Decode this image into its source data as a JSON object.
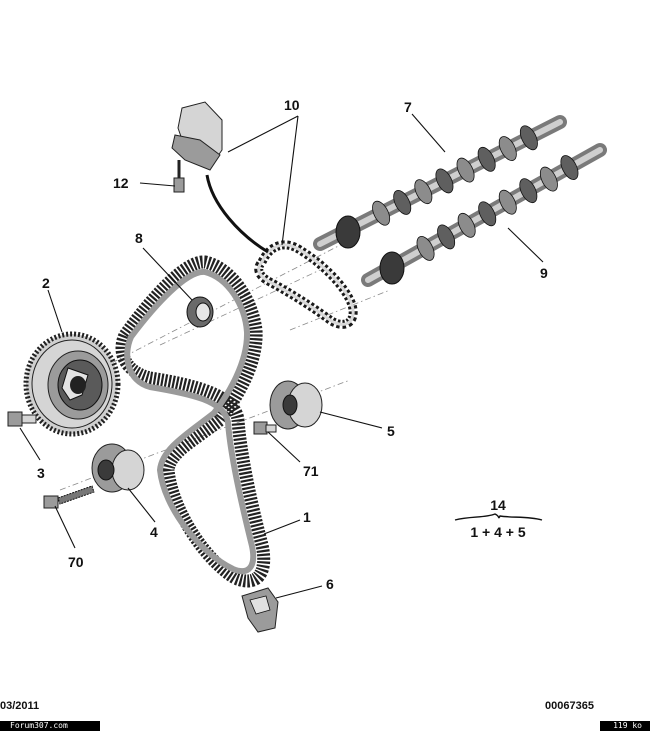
{
  "callouts": {
    "belt": "1",
    "crank_pulley": "2",
    "pulley_bolt": "3",
    "tensioner_roller": "4",
    "idler_roller": "5",
    "belt_lower_guide": "6",
    "intake_camshaft": "7",
    "seal_ring": "8",
    "exhaust_camshaft": "9",
    "chain_tensioner_set": "10",
    "tensioner_screw": "12",
    "roller_bolt_70": "70",
    "idler_screw_71": "71"
  },
  "kit": {
    "number": "14",
    "composition": "1 + 4 + 5"
  },
  "footer": {
    "date": "03/2011",
    "reference": "00067365"
  },
  "watermark": {
    "site": "Forum307.com",
    "size": "119 ko"
  },
  "colors": {
    "ink": "#111111",
    "metal_dark": "#3a3a3a",
    "metal_mid": "#9b9b9b",
    "metal_light": "#d5d5d5"
  }
}
